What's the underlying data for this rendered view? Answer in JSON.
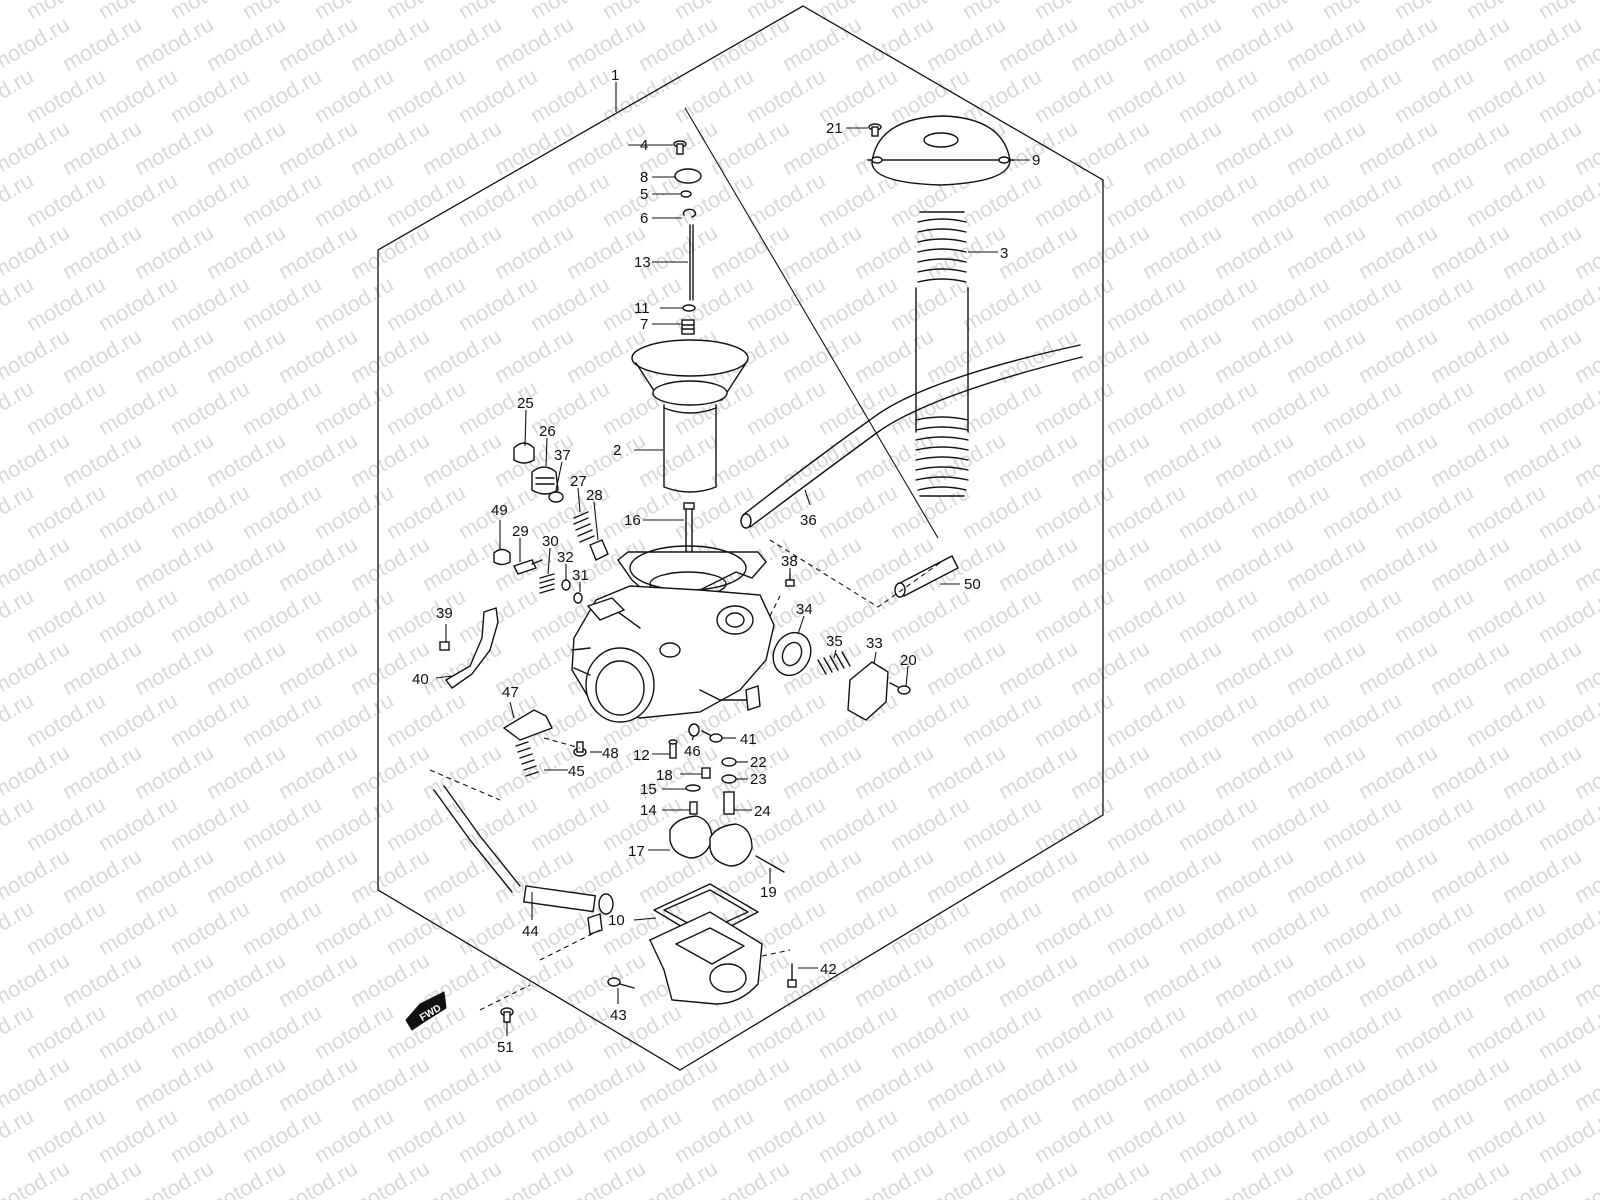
{
  "watermark": "motod.ru",
  "fwd_label": "FWD",
  "parts": [
    {
      "id": "p1",
      "label": "1"
    },
    {
      "id": "p2",
      "label": "2"
    },
    {
      "id": "p3",
      "label": "3"
    },
    {
      "id": "p4",
      "label": "4"
    },
    {
      "id": "p5",
      "label": "5"
    },
    {
      "id": "p6",
      "label": "6"
    },
    {
      "id": "p7",
      "label": "7"
    },
    {
      "id": "p8",
      "label": "8"
    },
    {
      "id": "p9",
      "label": "9"
    },
    {
      "id": "p10",
      "label": "10"
    },
    {
      "id": "p11",
      "label": "11"
    },
    {
      "id": "p12",
      "label": "12"
    },
    {
      "id": "p13",
      "label": "13"
    },
    {
      "id": "p14",
      "label": "14"
    },
    {
      "id": "p15",
      "label": "15"
    },
    {
      "id": "p16",
      "label": "16"
    },
    {
      "id": "p17",
      "label": "17"
    },
    {
      "id": "p18",
      "label": "18"
    },
    {
      "id": "p19",
      "label": "19"
    },
    {
      "id": "p20",
      "label": "20"
    },
    {
      "id": "p21",
      "label": "21"
    },
    {
      "id": "p22",
      "label": "22"
    },
    {
      "id": "p23",
      "label": "23"
    },
    {
      "id": "p24",
      "label": "24"
    },
    {
      "id": "p25",
      "label": "25"
    },
    {
      "id": "p26",
      "label": "26"
    },
    {
      "id": "p27",
      "label": "27"
    },
    {
      "id": "p28",
      "label": "28"
    },
    {
      "id": "p29",
      "label": "29"
    },
    {
      "id": "p30",
      "label": "30"
    },
    {
      "id": "p31",
      "label": "31"
    },
    {
      "id": "p32",
      "label": "32"
    },
    {
      "id": "p33",
      "label": "33"
    },
    {
      "id": "p34",
      "label": "34"
    },
    {
      "id": "p35",
      "label": "35"
    },
    {
      "id": "p36",
      "label": "36"
    },
    {
      "id": "p37",
      "label": "37"
    },
    {
      "id": "p38",
      "label": "38"
    },
    {
      "id": "p39",
      "label": "39"
    },
    {
      "id": "p40",
      "label": "40"
    },
    {
      "id": "p41",
      "label": "41"
    },
    {
      "id": "p42",
      "label": "42"
    },
    {
      "id": "p43",
      "label": "43"
    },
    {
      "id": "p44",
      "label": "44"
    },
    {
      "id": "p45",
      "label": "45"
    },
    {
      "id": "p46",
      "label": "46"
    },
    {
      "id": "p47",
      "label": "47"
    },
    {
      "id": "p48",
      "label": "48"
    },
    {
      "id": "p49",
      "label": "49"
    },
    {
      "id": "p50",
      "label": "50"
    },
    {
      "id": "p51",
      "label": "51"
    }
  ]
}
